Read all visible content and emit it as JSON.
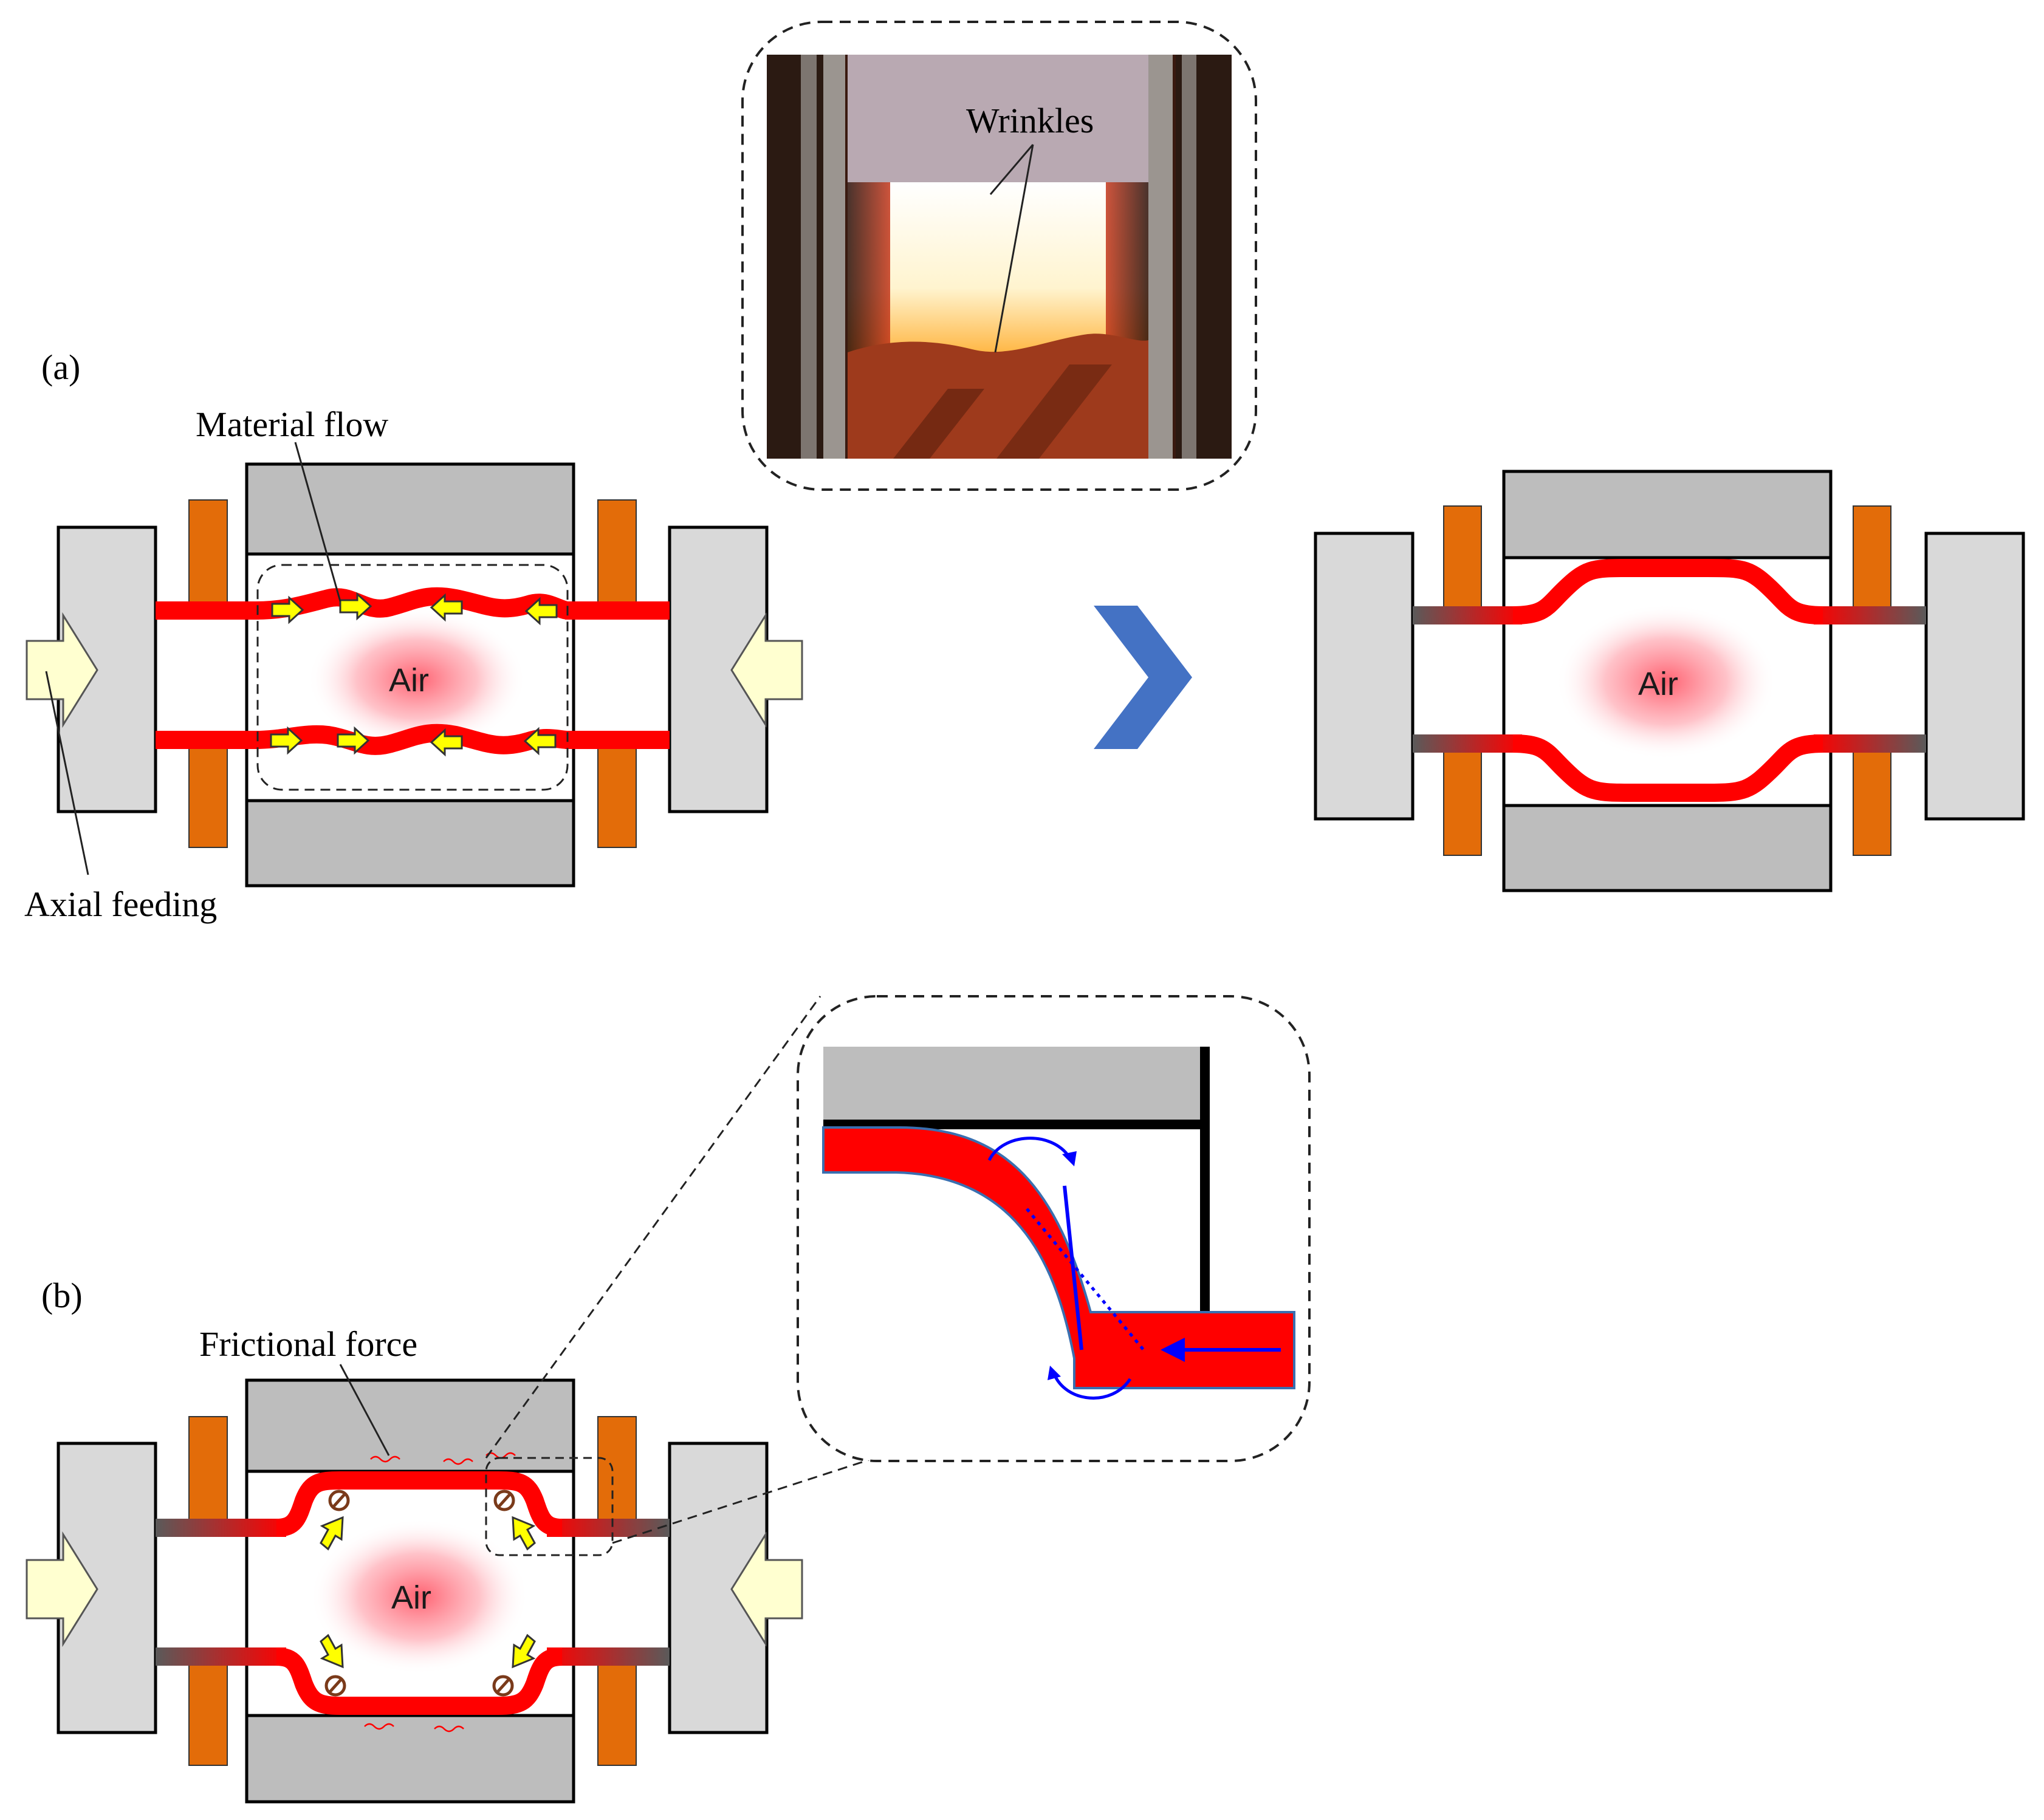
{
  "labels": {
    "panel_a": "(a)",
    "panel_b": "(b)",
    "wrinkles": "Wrinkles",
    "material_flow": "Material flow",
    "axial_feeding": "Axial feeding",
    "air": "Air",
    "frictional_force": "Frictional force"
  },
  "colors": {
    "tube_red": "#ff0000",
    "die_gray": "#bdbdbd",
    "clamp_gray": "#d9d9d9",
    "electrode_orange": "#e36c09",
    "flow_arrow_yellow": "#ffff00",
    "feed_arrow_cream": "#ffffd0",
    "step_chevron_blue": "#4472c4",
    "moment_arrow_blue": "#0000ff"
  }
}
